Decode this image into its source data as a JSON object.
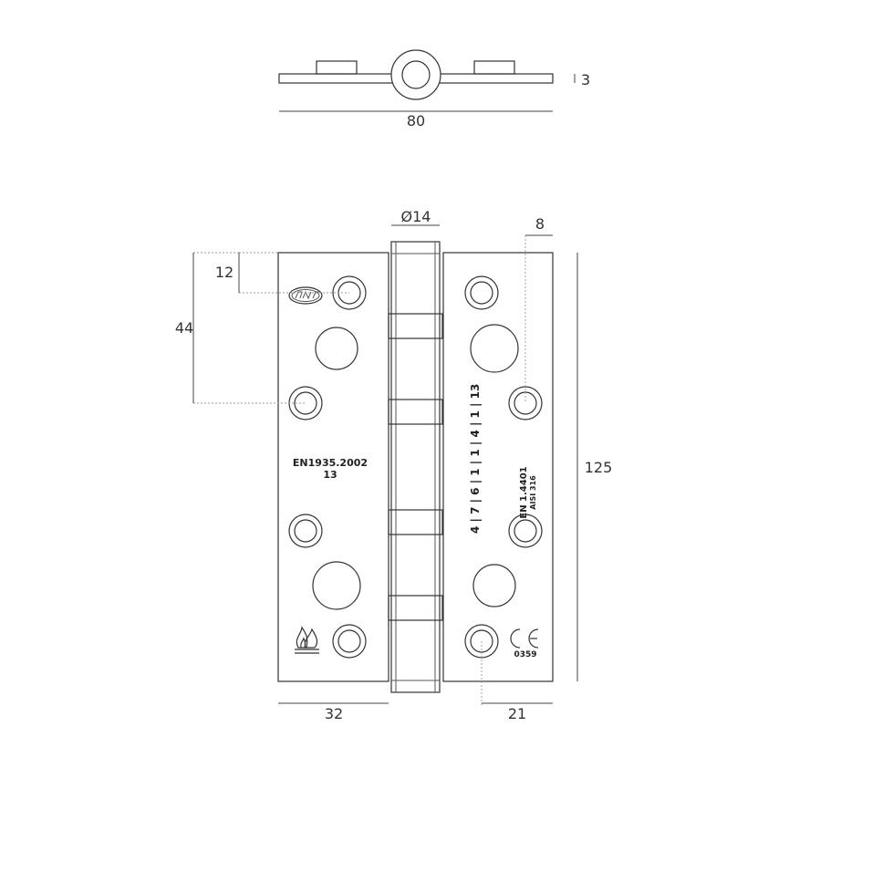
{
  "dimensions": {
    "overall_width": "80",
    "leaf_thickness": "3",
    "knuckle_diameter": "Ø14",
    "screw_edge_offset": "8",
    "top_screw_offset": "12",
    "second_screw_offset": "44",
    "height": "125",
    "left_leaf_screw_width": "32",
    "right_leaf_screw_width": "21"
  },
  "markings": {
    "logo_text": "JNF",
    "standard": "EN1935.2002",
    "standard_suffix": "13",
    "classification": [
      "4",
      "7",
      "6",
      "1",
      "1",
      "4",
      "1",
      "13"
    ],
    "material": "EN 1.4401",
    "material_grade": "AISI 316",
    "ce_mark": "CE",
    "notified_body": "0359"
  },
  "icons": [
    "fire-rated-icon",
    "ce-mark-icon",
    "logo-icon"
  ],
  "colors": {
    "line": "#333333",
    "extension_line": "#9a9a9a",
    "background": "#ffffff"
  }
}
